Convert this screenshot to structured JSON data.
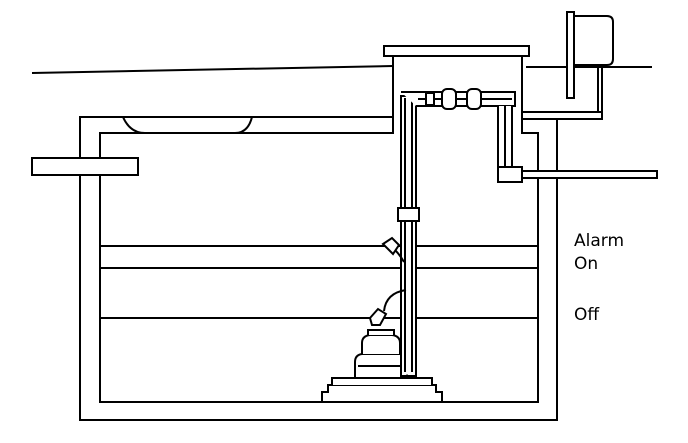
{
  "labels": {
    "alarm": "Alarm",
    "on": "On",
    "off": "Off"
  },
  "colors": {
    "stroke": "#000000",
    "fill": "#ffffff"
  }
}
